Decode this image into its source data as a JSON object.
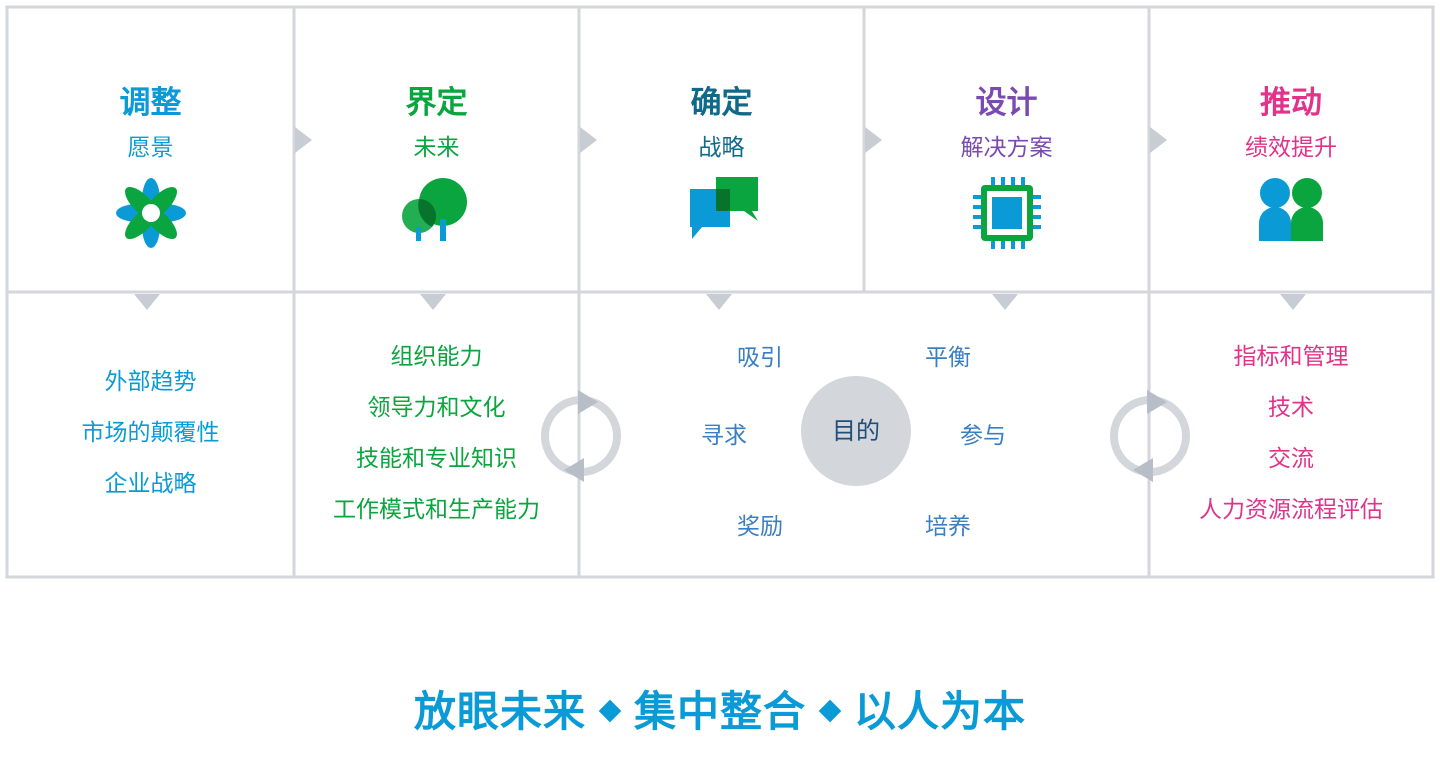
{
  "stages": [
    {
      "title": "调整",
      "subtitle": "愿景",
      "color": "#0a9bd6",
      "icon": "flower-icon",
      "items": [
        "外部趋势",
        "市场的颠覆性",
        "企业战略"
      ]
    },
    {
      "title": "界定",
      "subtitle": "未来",
      "color": "#0aa53f",
      "icon": "trees-icon",
      "items": [
        "组织能力",
        "领导力和文化",
        "技能和专业知识",
        "工作模式和生产能力"
      ]
    },
    {
      "title": "确定",
      "subtitle": "战略",
      "color": "#0f6a8a",
      "icon": "chat-bubbles-icon"
    },
    {
      "title": "设计",
      "subtitle": "解决方案",
      "color": "#7a4ab0",
      "icon": "chip-icon"
    },
    {
      "title": "推动",
      "subtitle": "绩效提升",
      "color": "#e0338a",
      "icon": "people-icon",
      "items": [
        "指标和管理",
        "技术",
        "交流",
        "人力资源流程评估"
      ]
    }
  ],
  "purpose": {
    "center": "目的",
    "around": [
      "吸引",
      "平衡",
      "寻求",
      "参与",
      "奖励",
      "培养"
    ]
  },
  "slogan": {
    "part1": "放眼未来",
    "part2": "集中整合",
    "part3": "以人为本"
  },
  "colors": {
    "grid": "#d3d6db",
    "arrow": "#c8ccd3",
    "cycle": "#d3d6db",
    "purpose_text": "#3a7fc1"
  }
}
